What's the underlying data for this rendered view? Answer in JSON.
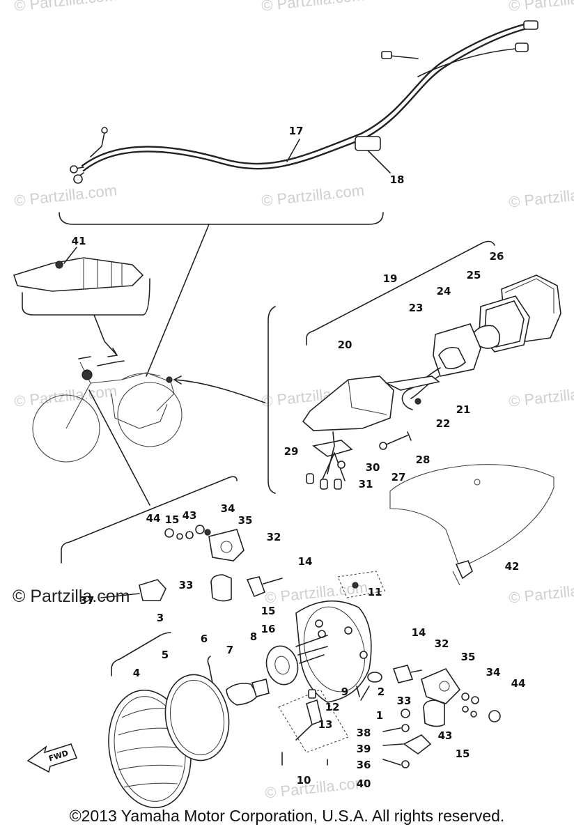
{
  "watermarks": [
    {
      "text": "© Partzilla.com",
      "tone": "faint"
    },
    {
      "text": "© Partzilla.com",
      "tone": "faint"
    },
    {
      "text": "© Partzilla.com",
      "tone": "faint"
    },
    {
      "text": "© Partzilla.com",
      "tone": "faint"
    },
    {
      "text": "© Partzilla.com",
      "tone": "faint"
    },
    {
      "text": "© Partzilla.com",
      "tone": "faint"
    },
    {
      "text": "© Partzilla.com",
      "tone": "faint"
    },
    {
      "text": "© Partzilla.com",
      "tone": "faint"
    },
    {
      "text": "© Partzilla.com",
      "tone": "faint"
    },
    {
      "text": "© Partzilla.com",
      "tone": "faint"
    },
    {
      "text": "© Partzilla.com",
      "tone": "faint"
    },
    {
      "text": "© Partzilla.com",
      "tone": "faint"
    },
    {
      "text": "© Partzilla.com",
      "tone": "strong"
    }
  ],
  "callouts": [
    "17",
    "18",
    "41",
    "19",
    "26",
    "25",
    "24",
    "23",
    "20",
    "21",
    "22",
    "28",
    "27",
    "29",
    "30",
    "31",
    "44",
    "15",
    "43",
    "34",
    "35",
    "32",
    "14",
    "11",
    "33",
    "37",
    "3",
    "15",
    "16",
    "6",
    "8",
    "5",
    "7",
    "4",
    "14",
    "32",
    "35",
    "34",
    "44",
    "9",
    "2",
    "1",
    "12",
    "13",
    "33",
    "38",
    "39",
    "36",
    "40",
    "10",
    "43",
    "15",
    "42"
  ],
  "footer": "©2013  Yamaha Motor Corporation, U.S.A. All rights reserved.",
  "fwd_label": "FWD"
}
